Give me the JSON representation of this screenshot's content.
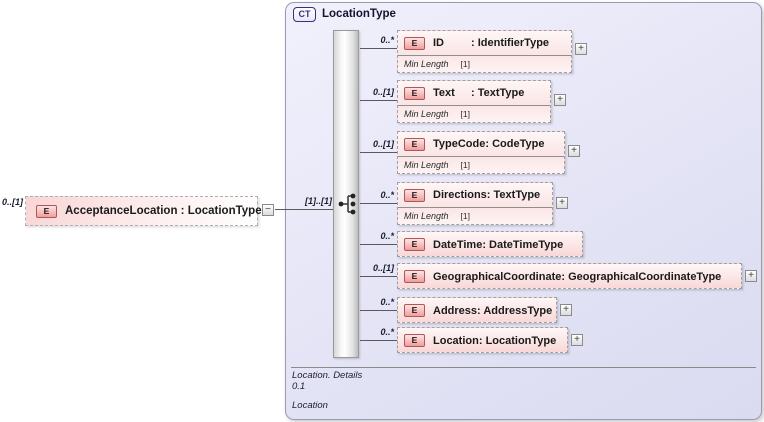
{
  "icons": {
    "element_badge": "E",
    "complex_type_badge": "CT",
    "expand_glyph": "+",
    "collapse_glyph": "−"
  },
  "root": {
    "cardinality_label": "0..[1]",
    "label": "AcceptanceLocation : LocationType",
    "connector_cardinality": "[1]..[1]"
  },
  "ct": {
    "title": "LocationType",
    "children": [
      {
        "cardinality": "0..*",
        "name": "ID",
        "type_label": ": IdentifierType",
        "facet_name": "Min Length",
        "facet_value": "[1]"
      },
      {
        "cardinality": "0..[1]",
        "name": "Text",
        "type_label": ": TextType",
        "facet_name": "Min Length",
        "facet_value": "[1]"
      },
      {
        "cardinality": "0..[1]",
        "name": "TypeCode",
        "type_label": ": CodeType",
        "facet_name": "Min Length",
        "facet_value": "[1]"
      },
      {
        "cardinality": "0..*",
        "name": "Directions",
        "type_label": ": TextType",
        "facet_name": "Min Length",
        "facet_value": "[1]"
      },
      {
        "cardinality": "0..*",
        "name": "DateTime",
        "type_label": ": DateTimeType"
      },
      {
        "cardinality": "0..[1]",
        "name": "GeographicalCoordinate",
        "type_label": ": GeographicalCoordinateType"
      },
      {
        "cardinality": "0..*",
        "name": "Address",
        "type_label": ": AddressType"
      },
      {
        "cardinality": "0..*",
        "name": "Location",
        "type_label": ": LocationType"
      }
    ],
    "footer": {
      "line1": "Location. Details",
      "line2": "0.1",
      "line3": "Location"
    }
  }
}
